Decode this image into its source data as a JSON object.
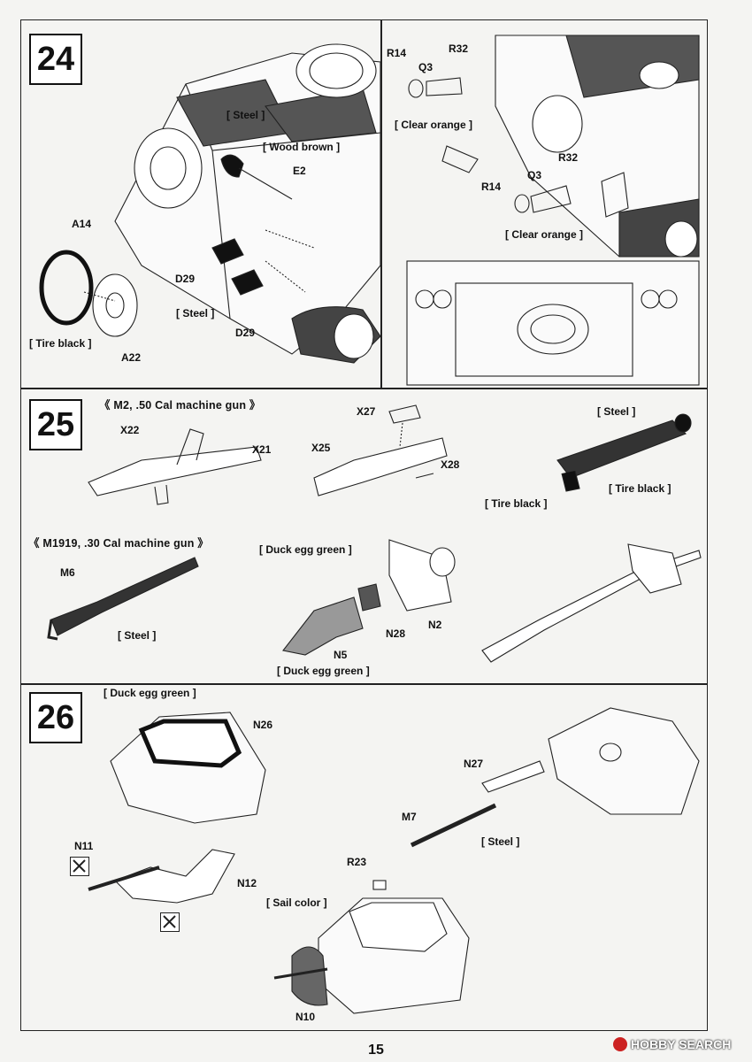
{
  "page_number": "15",
  "watermark": "HOBBY SEARCH",
  "steps": {
    "s24": "24",
    "s25": "25",
    "s26": "26"
  },
  "step25_titles": {
    "m2": "《  M2, .50 Cal machine gun  》",
    "m1919": "《  M1919, .30 Cal machine gun  》"
  },
  "labels": {
    "steel_a": "[ Steel ]",
    "wood_brown": "[ Wood brown ]",
    "e2": "E2",
    "a14": "A14",
    "d29_a": "D29",
    "steel_b": "[ Steel ]",
    "d29_b": "D29",
    "tire_black_a": "[ Tire black ]",
    "a22": "A22",
    "r14_a": "R14",
    "q3_a": "Q3",
    "r32_a": "R32",
    "clear_orange_a": "[ Clear orange ]",
    "r32_b": "R32",
    "q3_b": "Q3",
    "r14_b": "R14",
    "clear_orange_b": "[ Clear orange ]",
    "x27": "X27",
    "x22": "X22",
    "x21": "X21",
    "x25": "X25",
    "x28": "X28",
    "steel_c": "[ Steel ]",
    "tire_black_b": "[ Tire black ]",
    "tire_black_c": "[ Tire black ]",
    "m6": "M6",
    "steel_d": "[ Steel ]",
    "duck_egg_a": "[ Duck egg green ]",
    "n2": "N2",
    "n28": "N28",
    "n5": "N5",
    "duck_egg_b": "[ Duck egg green ]",
    "duck_egg_c": "[ Duck egg green ]",
    "n26": "N26",
    "n11": "N11",
    "n12": "N12",
    "n27": "N27",
    "m7": "M7",
    "steel_e": "[ Steel ]",
    "r23": "R23",
    "sail_color": "[ Sail color ]",
    "n10": "N10"
  }
}
